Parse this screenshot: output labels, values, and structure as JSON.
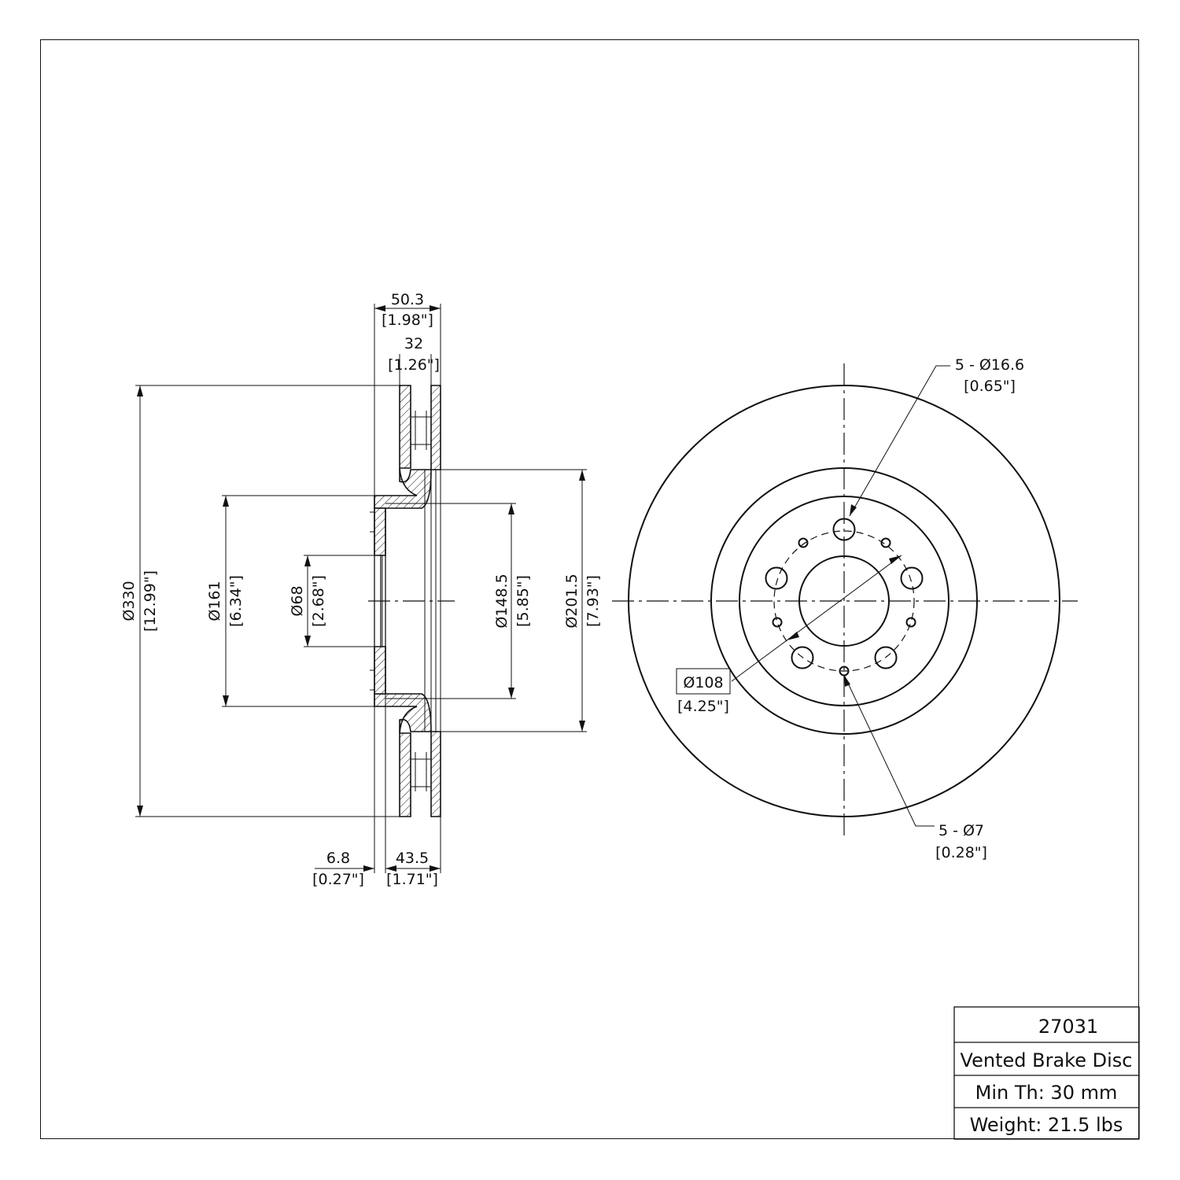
{
  "dimensions": {
    "overall_height": {
      "mm": "50.3",
      "in": "[1.98\"]"
    },
    "disc_thickness": {
      "mm": "32",
      "in": "[1.26\"]"
    },
    "outer_diameter": {
      "mm": "Ø330",
      "in": "[12.99\"]"
    },
    "hat_diameter": {
      "mm": "Ø161",
      "in": "[6.34\"]"
    },
    "center_bore": {
      "mm": "Ø68",
      "in": "[2.68\"]"
    },
    "inner_diameter": {
      "mm": "Ø148.5",
      "in": "[5.85\"]"
    },
    "friction_inner_diameter": {
      "mm": "Ø201.5",
      "in": "[7.93\"]"
    },
    "hat_thickness": {
      "mm": "6.8",
      "in": "[0.27\"]"
    },
    "offset": {
      "mm": "43.5",
      "in": "[1.71\"]"
    },
    "bolt_holes": {
      "mm": "5 - Ø16.6",
      "in": "[0.65\"]"
    },
    "small_holes": {
      "mm": "5 - Ø7",
      "in": "[0.28\"]"
    },
    "bolt_circle": {
      "mm": "Ø108",
      "in": "[4.25\"]"
    }
  },
  "title_block": {
    "part_number": "27031",
    "description": "Vented Brake Disc",
    "min_thickness": "Min Th: 30 mm",
    "weight": "Weight: 21.5 lbs"
  }
}
